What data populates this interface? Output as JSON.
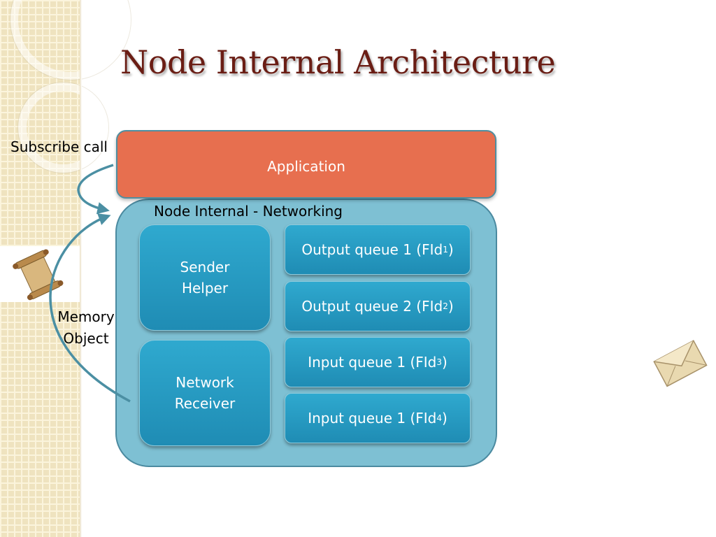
{
  "slide": {
    "title": "Node Internal Architecture"
  },
  "diagram": {
    "application": "Application",
    "node_internal": "Node Internal - Networking",
    "sender_helper": [
      "Sender",
      "Helper"
    ],
    "network_receiver": [
      "Network",
      "Receiver"
    ],
    "queues": [
      {
        "label": "Output queue 1 (FId",
        "sub": "1",
        "close": ")"
      },
      {
        "label": "Output queue 2 (FId",
        "sub": "2",
        "close": ")"
      },
      {
        "label": "Input queue 1 (FId",
        "sub": "3",
        "close": ")"
      },
      {
        "label": "Input queue 1 (FId",
        "sub": "4",
        "close": ")"
      }
    ],
    "subscribe_call": "Subscribe call",
    "memory_object": [
      "Memory",
      "Object"
    ]
  },
  "colors": {
    "title": "#6a1d14",
    "application": "#e76f4f",
    "node_internal": "#7ec0d3",
    "cell": "#2fa9cf",
    "arrow": "#4b8fa3"
  },
  "icons": [
    "scroll-icon",
    "envelope-icon"
  ]
}
